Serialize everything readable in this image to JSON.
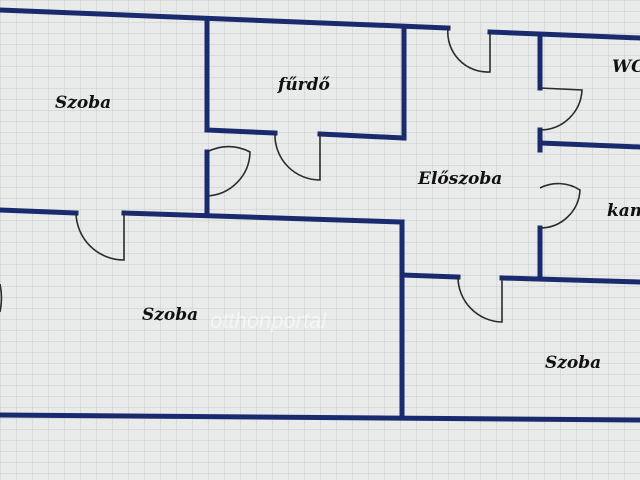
{
  "rooms": {
    "szoba_top_left": "Szoba",
    "furdo": "fűrdő",
    "eloszoba": "Előszoba",
    "wc": "WC",
    "kamra": "kam",
    "szoba_center": "Szoba",
    "szoba_bottom_right": "Szoba"
  },
  "watermark": "otthonportal",
  "colors": {
    "wall": "#1a2a6e",
    "background": "#e9eaea",
    "grid": "#c9cccc",
    "door_arc": "#2b2b2b"
  }
}
